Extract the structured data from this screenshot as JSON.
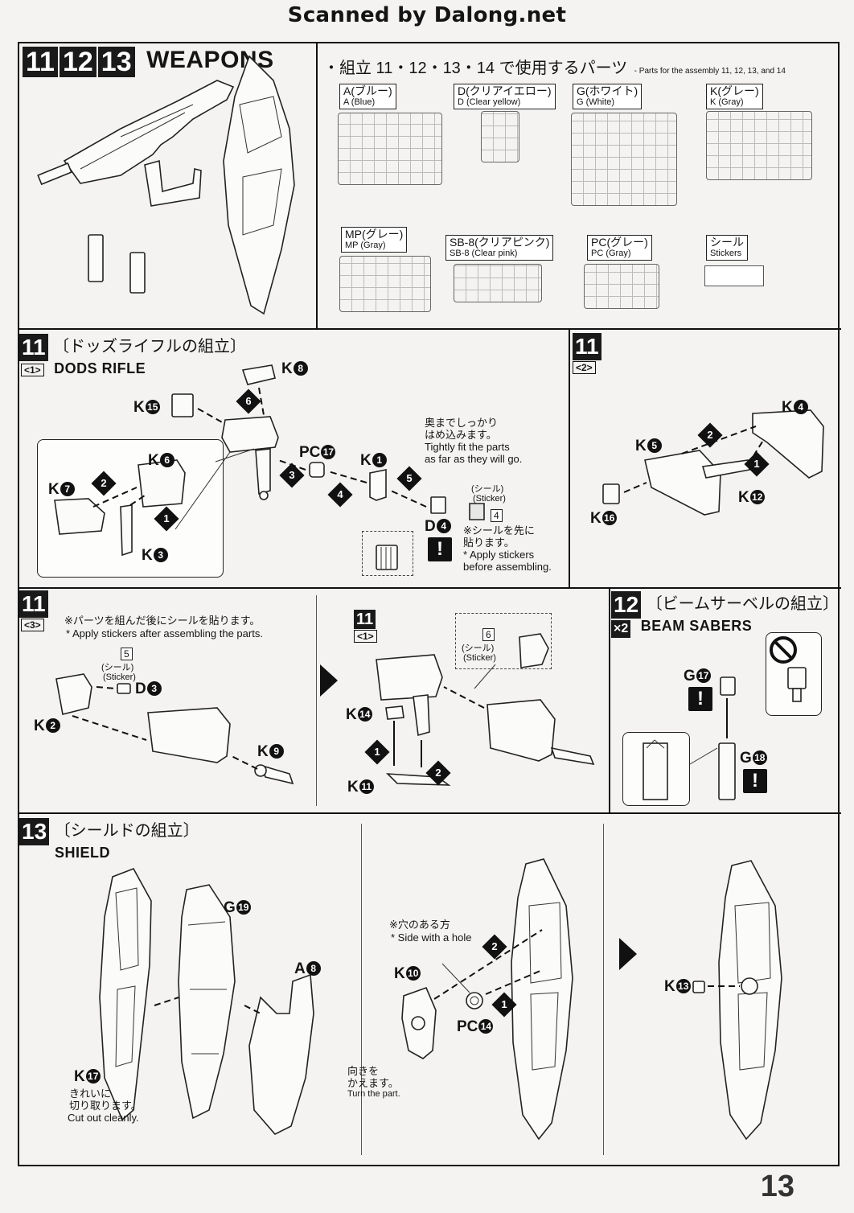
{
  "header": {
    "scanned": "Scanned by Dalong.net"
  },
  "page_number": "13",
  "weapons": {
    "steps": [
      "11",
      "12",
      "13"
    ],
    "title": "WEAPONS"
  },
  "parts": {
    "title_jp": "・組立 11・12・13・14 で使用するパーツ",
    "title_en": "- Parts for the assembly 11, 12, 13, and 14",
    "runners": [
      {
        "jp": "A(ブルー)",
        "en": "A (Blue)"
      },
      {
        "jp": "D(クリアイエロー)",
        "en": "D (Clear yellow)"
      },
      {
        "jp": "G(ホワイト)",
        "en": "G (White)"
      },
      {
        "jp": "K(グレー)",
        "en": "K (Gray)"
      },
      {
        "jp": "MP(グレー)",
        "en": "MP (Gray)"
      },
      {
        "jp": "SB-8(クリアピンク)",
        "en": "SB-8 (Clear pink)"
      },
      {
        "jp": "PC(グレー)",
        "en": "PC (Gray)"
      },
      {
        "jp": "シール",
        "en": "Stickers"
      }
    ]
  },
  "step11_1": {
    "num": "11",
    "sub": "<1>",
    "title_jp": "〔ドッズライフルの組立〕",
    "title_en": "DODS RIFLE",
    "tags": [
      "K8",
      "K15",
      "K6",
      "K7",
      "K3",
      "PC17",
      "K1",
      "D4"
    ],
    "tags_letters": [
      "K",
      "K",
      "K",
      "K",
      "K",
      "PC",
      "K",
      "D"
    ],
    "tags_nums": [
      "8",
      "15",
      "6",
      "7",
      "3",
      "17",
      "1",
      "4"
    ],
    "note_jp": "奥までしっかり\nはめ込みます。",
    "note_en": "Tightly fit the parts\nas far as they will go.",
    "sticker_jp": "(シール)",
    "sticker_en": "(Sticker)",
    "sticker_num": "4",
    "warn_jp": "※シールを先に\n貼ります。",
    "warn_en": "* Apply stickers\nbefore assembling."
  },
  "step11_2": {
    "num": "11",
    "sub": "<2>",
    "tags_letters": [
      "K",
      "K",
      "K",
      "K"
    ],
    "tags_nums": [
      "4",
      "5",
      "12",
      "16"
    ]
  },
  "step11_3": {
    "num": "11",
    "sub": "<3>",
    "note_jp": "※パーツを組んだ後にシールを貼ります。",
    "note_en": "* Apply stickers after assembling the parts.",
    "sticker_num": "5",
    "sticker_jp": "(シール)",
    "sticker_en": "(Sticker)",
    "tags_letters": [
      "D",
      "K",
      "K"
    ],
    "tags_nums": [
      "3",
      "2",
      "9"
    ],
    "ref_num": "11",
    "ref_sub": "<1>",
    "sticker2_num": "6",
    "tags2_letters": [
      "K",
      "K"
    ],
    "tags2_nums": [
      "14",
      "11"
    ]
  },
  "step12": {
    "num": "12",
    "mult": "×2",
    "title_jp": "〔ビームサーベルの組立〕",
    "title_en": "BEAM SABERS",
    "tags_letters": [
      "G",
      "G"
    ],
    "tags_nums": [
      "17",
      "18"
    ]
  },
  "step13": {
    "num": "13",
    "title_jp": "〔シールドの組立〕",
    "title_en": "SHIELD",
    "tags_letters": [
      "G",
      "A",
      "K",
      "K",
      "PC",
      "K"
    ],
    "tags_nums": [
      "19",
      "8",
      "17",
      "10",
      "14",
      "13"
    ],
    "cut_jp": "きれいに\n切り取ります。",
    "cut_en": "Cut out cleanly.",
    "hole_jp": "※穴のある方",
    "hole_en": "* Side with a hole",
    "turn_jp": "向きを\nかえます。",
    "turn_en": "Turn the part."
  },
  "step_labels": [
    "1",
    "2",
    "3",
    "4",
    "5",
    "6"
  ],
  "warn_mark": "!"
}
